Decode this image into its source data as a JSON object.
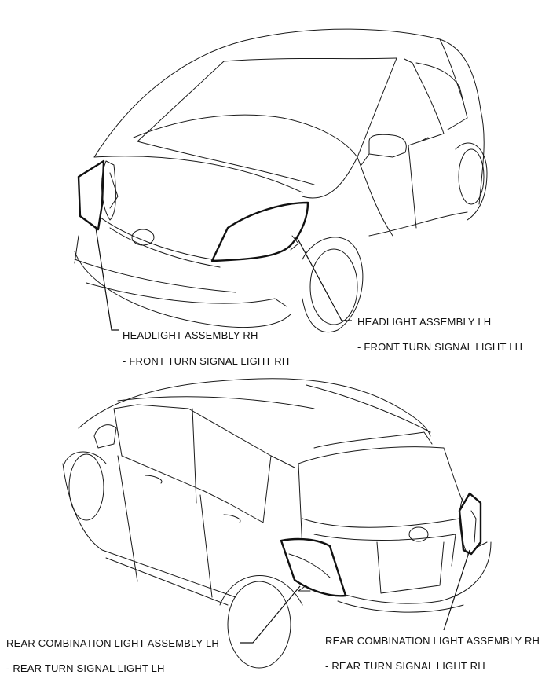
{
  "labels": {
    "headlight_rh": "HEADLIGHT ASSEMBLY RH",
    "front_turn_rh": "- FRONT TURN SIGNAL LIGHT RH",
    "headlight_lh": "HEADLIGHT ASSEMBLY LH",
    "front_turn_lh": "- FRONT TURN SIGNAL LIGHT LH",
    "rear_combo_lh": "REAR COMBINATION LIGHT ASSEMBLY LH",
    "rear_turn_lh": "- REAR TURN SIGNAL LIGHT LH",
    "rear_combo_rh": "REAR COMBINATION LIGHT ASSEMBLY RH",
    "rear_turn_rh": "- REAR TURN SIGNAL LIGHT RH"
  },
  "colors": {
    "line": "#1a1a1a",
    "background": "#ffffff"
  }
}
